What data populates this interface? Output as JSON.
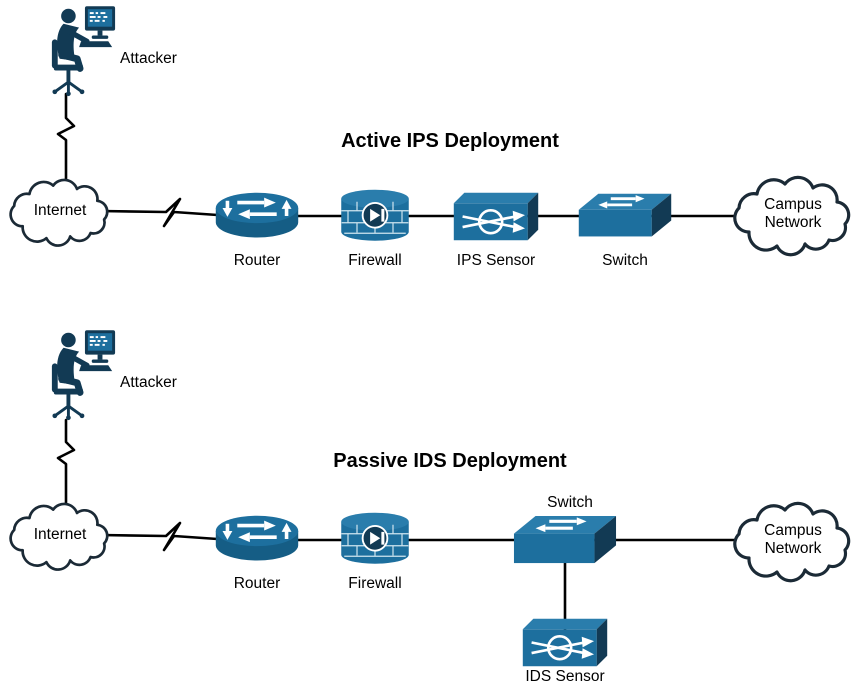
{
  "figure": "Network topology comparison diagram",
  "colors": {
    "device_teal": "#1d6f9e",
    "device_teal_light": "#2a7dac",
    "device_dark_navy": "#123a54",
    "router_body_shade": "#155d85",
    "cloud_fill": "#ffffff",
    "cloud_stroke": "#1b2a36",
    "connector_line": "#000000",
    "icon_detail_white": "#ffffff",
    "background": "#ffffff",
    "text": "#000000"
  },
  "icons": [
    "attacker-icon",
    "internet-cloud-icon",
    "router-icon",
    "firewall-icon",
    "ips-sensor-icon",
    "switch-icon",
    "campus-cloud-icon",
    "ids-sensor-icon",
    "lightning-link-icon",
    "zigzag-link-icon"
  ],
  "sections": {
    "active": {
      "title": "Active IPS Deployment",
      "attacker": "Attacker",
      "internet": "Internet",
      "router": "Router",
      "firewall": "Firewall",
      "sensor": "IPS Sensor",
      "switch": "Switch",
      "campus": [
        "Campus",
        "Network"
      ]
    },
    "passive": {
      "title": "Passive IDS Deployment",
      "attacker": "Attacker",
      "internet": "Internet",
      "router": "Router",
      "firewall": "Firewall",
      "switch": "Switch",
      "sensor": "IDS Sensor",
      "campus": [
        "Campus",
        "Network"
      ]
    }
  }
}
